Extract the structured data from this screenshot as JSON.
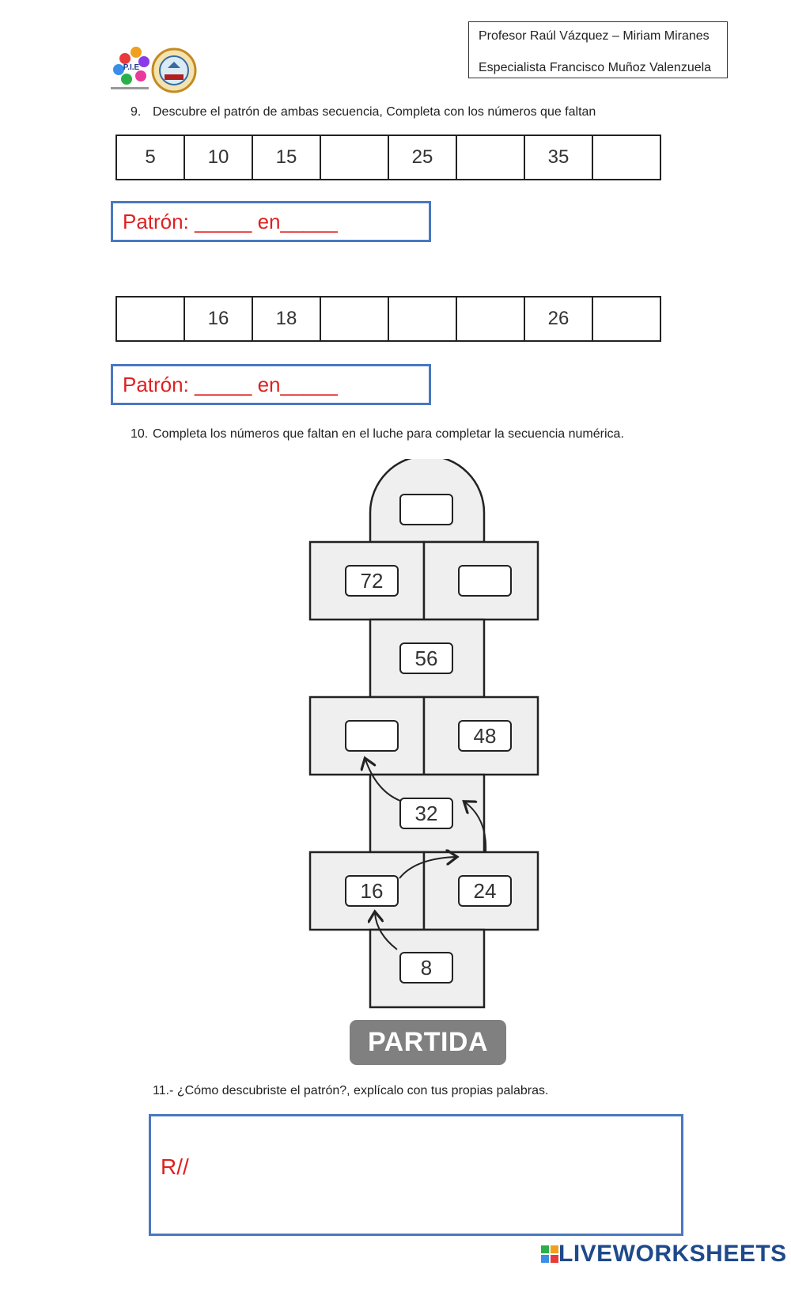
{
  "header": {
    "line1": "Profesor Raúl Vázquez – Miriam Miranes",
    "line2": "Especialista Francisco Muñoz Valenzuela"
  },
  "logos": {
    "pie_text": "P.I.E"
  },
  "q9": {
    "number": "9.",
    "text": "Descubre el patrón de ambas secuencia, Completa con los números que faltan",
    "seq1": [
      "5",
      "10",
      "15",
      "",
      "25",
      "",
      "35",
      ""
    ],
    "patron1": "Patrón:  _____ en_____",
    "seq2": [
      "",
      "16",
      "18",
      "",
      "",
      "",
      "26",
      ""
    ],
    "patron2": "Patrón: _____ en_____"
  },
  "q10": {
    "number": "10.",
    "text": "Completa los números que faltan en el luche para completar la secuencia numérica.",
    "boxes": {
      "top": "",
      "row1_left": "72",
      "row1_right": "",
      "mid1": "56",
      "row2_left": "",
      "row2_right": "48",
      "mid2": "32",
      "row3_left": "16",
      "row3_right": "24",
      "bottom": "8"
    },
    "start_label": "PARTIDA"
  },
  "q11": {
    "text": "11.- ¿Cómo descubriste el patrón?, explícalo con tus propias palabras.",
    "answer_prefix": "R//"
  },
  "footer": {
    "brand": "LIVEWORKSHEETS"
  },
  "colors": {
    "red": "#e02020",
    "blue_border": "#4a78c0",
    "hop_fill": "#efefef",
    "partida_bg": "#808080"
  }
}
